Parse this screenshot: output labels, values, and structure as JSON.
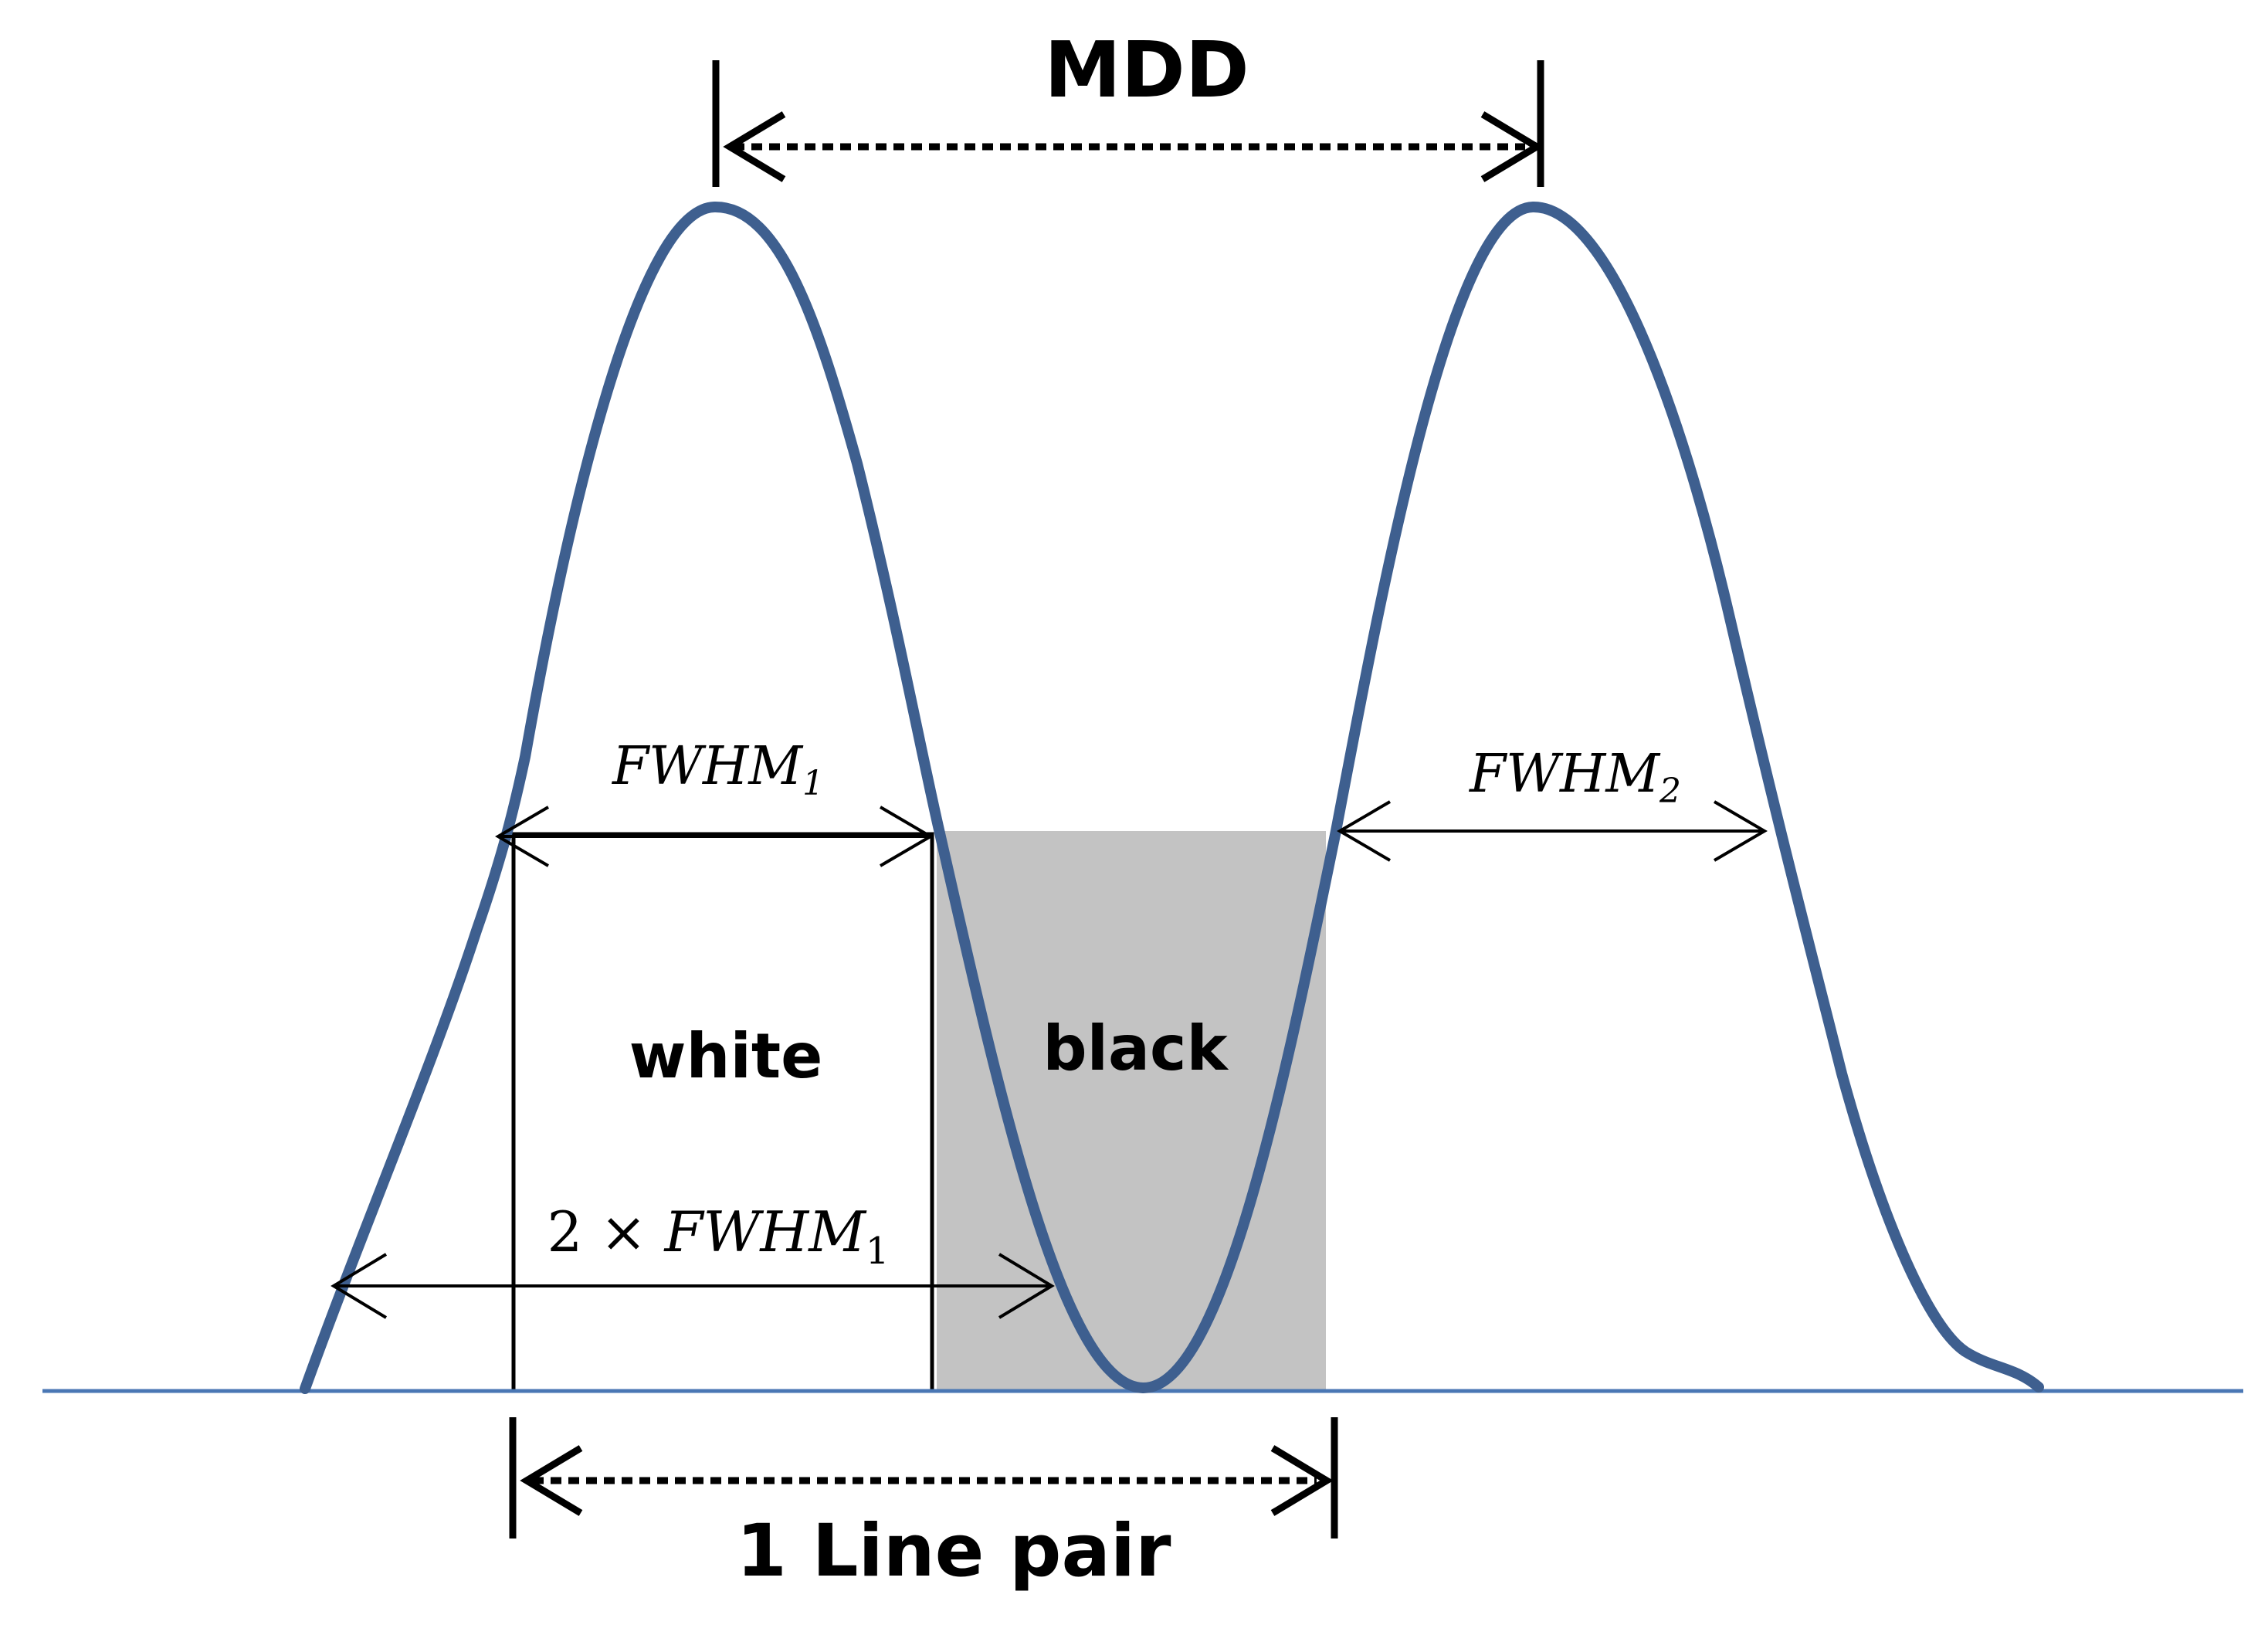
{
  "labels": {
    "mdd": "MDD",
    "fwhm1": "FWHM",
    "fwhm1_sub": "1",
    "fwhm2": "FWHM",
    "fwhm2_sub": "2",
    "white": "white",
    "black": "black",
    "double_prefix": "2 × ",
    "double_fwhm": "FWHM",
    "double_sub": "1",
    "line_pair": "1 Line pair"
  },
  "colors": {
    "curve": "#3E5F8F",
    "baseline": "#4A77B4",
    "black_band": "#C3C3C3",
    "ink": "#000000"
  }
}
